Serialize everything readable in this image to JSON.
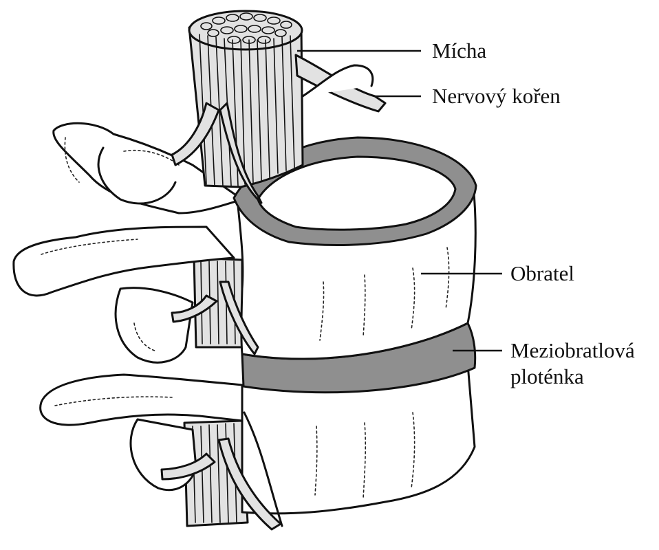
{
  "labels": {
    "spinal_cord": "Mícha",
    "nerve_root": "Nervový kořen",
    "vertebra": "Obratel",
    "disc_line1": "Meziobratlová",
    "disc_line2": "ploténka"
  },
  "colors": {
    "background": "#ffffff",
    "ink": "#111111",
    "bone_fill": "#ffffff",
    "cord_fill": "#e2e2e2",
    "disc_fill": "#8f8f8f"
  }
}
